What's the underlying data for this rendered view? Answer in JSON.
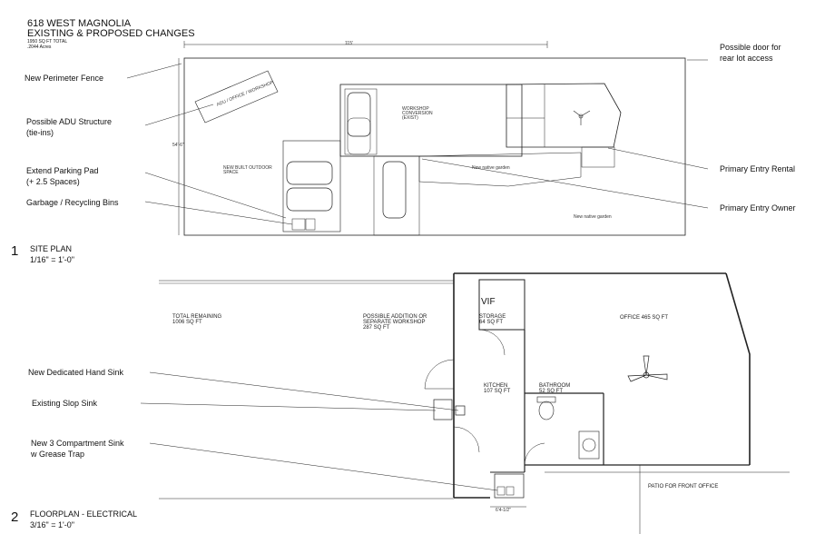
{
  "header": {
    "title_line1": "618 WEST MAGNOLIA",
    "title_line2": "EXISTING & PROPOSED CHANGES",
    "sq_ft_total": "1950 SQ FT TOTAL",
    "acres": ".2044 Acres"
  },
  "site_plan": {
    "number": "1",
    "title": "SITE PLAN",
    "scale": "1/16\" = 1'-0\"",
    "dim_top": "115'",
    "dim_side": "54'-6\"",
    "labels": {
      "fence": "New Perimeter Fence",
      "adu_line1": "Possible ADU Structure",
      "adu_line2": "(tie-ins)",
      "parking_line1": "Extend Parking Pad",
      "parking_line2": "(+ 2.5 Spaces)",
      "bins": "Garbage / Recycling Bins",
      "door_line1": "Possible door for",
      "door_line2": "rear lot access",
      "entry_rental": "Primary Entry Rental",
      "entry_owner": "Primary Entry Owner"
    },
    "notes": {
      "native_garden_1": "New native garden",
      "native_garden_2": "New native garden",
      "adu_small": "ADU / OFFICE / WORKSHOP",
      "workshop_small_1": "WORKSHOP",
      "workshop_small_2": "CONVERSION",
      "workshop_small_3": "(EXIST)",
      "outdoor_small_1": "NEW BUILT OUTDOOR",
      "outdoor_small_2": "SPACE"
    }
  },
  "floor_plan": {
    "number": "2",
    "title": "FLOORPLAN - ELECTRICAL",
    "scale": "3/16\" = 1'-0\"",
    "labels": {
      "hand_sink": "New Dedicated Hand Sink",
      "slop_sink": "Existing Slop Sink",
      "comp_sink_line1": "New 3 Compartment Sink",
      "comp_sink_line2": "w Grease Trap"
    },
    "rooms": {
      "total_remaining_1": "TOTAL REMAINING",
      "total_remaining_2": "1006 SQ FT",
      "addition_1": "POSSIBLE ADDITION OR",
      "addition_2": "SEPARATE WORKSHOP",
      "addition_3": "287 SQ FT",
      "storage_1": "STORAGE",
      "storage_2": "64 SQ FT",
      "vif": "VIF",
      "office": "OFFICE 465 SQ FT",
      "kitchen_1": "KITCHEN",
      "kitchen_2": "107 SQ FT",
      "bathroom_1": "BATHROOM",
      "bathroom_2": "52 SQ FT",
      "patio": "PATIO FOR FRONT OFFICE",
      "dim_bottom": "6'4-1/2\""
    }
  }
}
